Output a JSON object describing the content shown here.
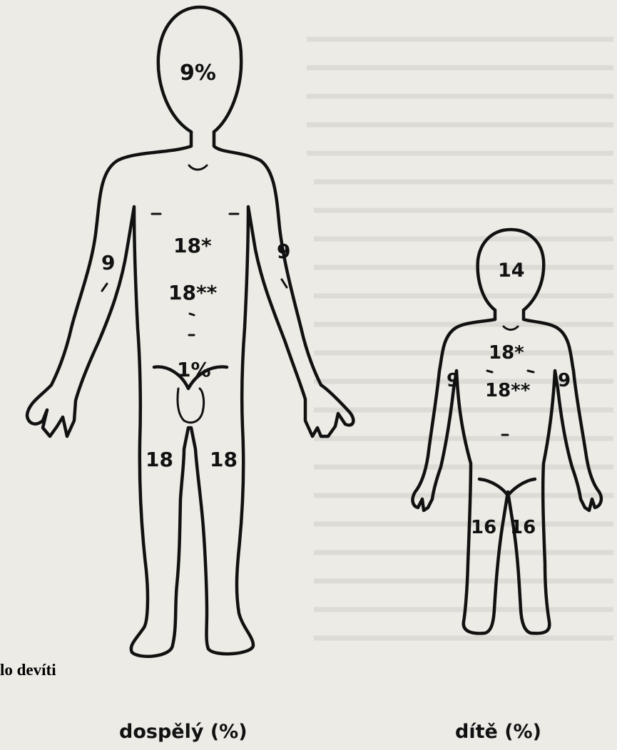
{
  "overlay_text": "lo devíti",
  "adult": {
    "caption": "dospělý (%)",
    "head": "9%",
    "chest": "18*",
    "abdomen": "18**",
    "arm_right": "9",
    "arm_left": "9",
    "genitals": "1%",
    "leg_right": "18",
    "leg_left": "18"
  },
  "child": {
    "caption": "dítě (%)",
    "head": "14",
    "chest": "18*",
    "abdomen": "18**",
    "arm_right": "9",
    "arm_left": "9",
    "leg_right": "16",
    "leg_left": "16"
  },
  "colors": {
    "background": "#ecebe6",
    "ink": "#111111"
  }
}
